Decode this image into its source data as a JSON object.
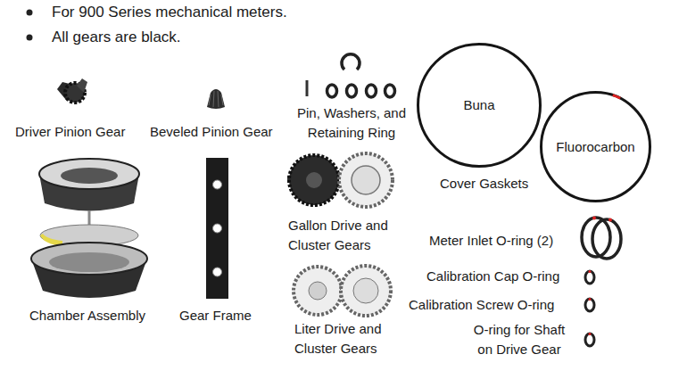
{
  "diagram": {
    "nodes": [
      {
        "text": [
          "Buna"
        ]
      },
      {
        "text": [
          "Fluorocarbon"
        ]
      }
    ],
    "labels": [
      "For 900 Series mechanical meters.",
      "All gears are black.",
      "Driver Pinion Gear",
      "Beveled Pinion Gear",
      "Pin, Washers, and Retaining Ring",
      "Chamber Assembly",
      "Gear Frame",
      "Gallon Drive and Cluster Gears",
      "Cover Gaskets",
      "Meter Inlet O-ring (2)",
      "Liter Drive and Cluster Gears",
      "Calibration Cap O-ring",
      "Calibration Screw O-ring",
      "O-ring for Shaft on Drive Gear"
    ]
  }
}
